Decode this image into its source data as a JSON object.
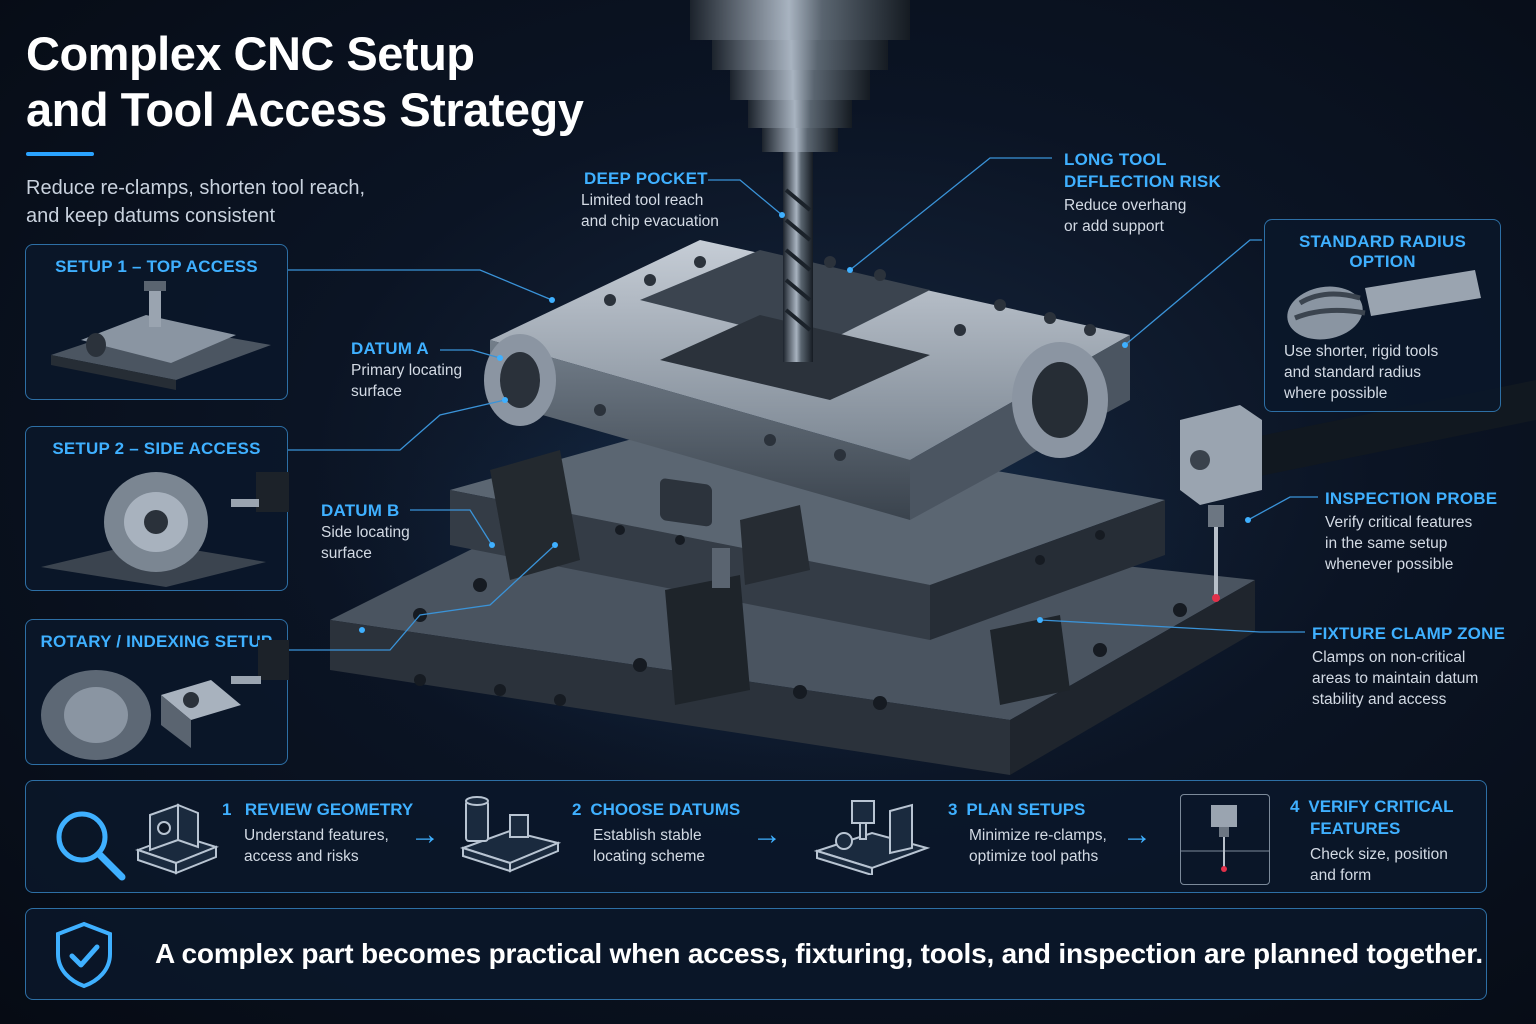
{
  "header": {
    "title_line1": "Complex CNC Setup",
    "title_line2": "and Tool Access Strategy",
    "subtitle_line1": "Reduce re-clamps, shorten tool reach,",
    "subtitle_line2": "and keep datums consistent"
  },
  "setups": [
    {
      "title": "SETUP 1 – TOP ACCESS"
    },
    {
      "title": "SETUP 2 – SIDE ACCESS"
    },
    {
      "title": "ROTARY / INDEXING SETUP"
    }
  ],
  "callouts": {
    "deep_pocket": {
      "title": "DEEP POCKET",
      "line1": "Limited tool reach",
      "line2": "and chip evacuation"
    },
    "long_tool": {
      "title_line1": "LONG TOOL",
      "title_line2": "DEFLECTION RISK",
      "line1": "Reduce overhang",
      "line2": "or add support"
    },
    "datum_a": {
      "title": "DATUM A",
      "line1": "Primary locating",
      "line2": "surface"
    },
    "datum_b": {
      "title": "DATUM B",
      "line1": "Side locating",
      "line2": "surface"
    },
    "inspection_probe": {
      "title": "INSPECTION PROBE",
      "line1": "Verify critical features",
      "line2": "in the same setup",
      "line3": "whenever possible"
    },
    "fixture_clamp": {
      "title": "FIXTURE CLAMP ZONE",
      "line1": "Clamps on non-critical",
      "line2": "areas to maintain datum",
      "line3": "stability and access"
    }
  },
  "radius_panel": {
    "title": "STANDARD RADIUS OPTION",
    "line1": "Use shorter, rigid tools",
    "line2": "and standard radius",
    "line3": "where possible"
  },
  "steps": [
    {
      "num": "1",
      "title_line1": "REVIEW GEOMETRY",
      "title_line2": "",
      "line1": "Understand features,",
      "line2": "access and risks"
    },
    {
      "num": "2",
      "title_line1": "CHOOSE DATUMS",
      "title_line2": "",
      "line1": "Establish stable",
      "line2": "locating scheme"
    },
    {
      "num": "3",
      "title_line1": "PLAN SETUPS",
      "title_line2": "",
      "line1": "Minimize re-clamps,",
      "line2": "optimize tool paths"
    },
    {
      "num": "4",
      "title_line1": "VERIFY CRITICAL",
      "title_line2": "FEATURES",
      "line1": "Check size, position",
      "line2": "and form"
    }
  ],
  "footer": {
    "text": "A complex part becomes practical when access, fixturing, tools, and inspection are planned together."
  },
  "colors": {
    "accent": "#3fb0ff",
    "panel_border": "#2d6fa5",
    "background": "#0b1424"
  }
}
